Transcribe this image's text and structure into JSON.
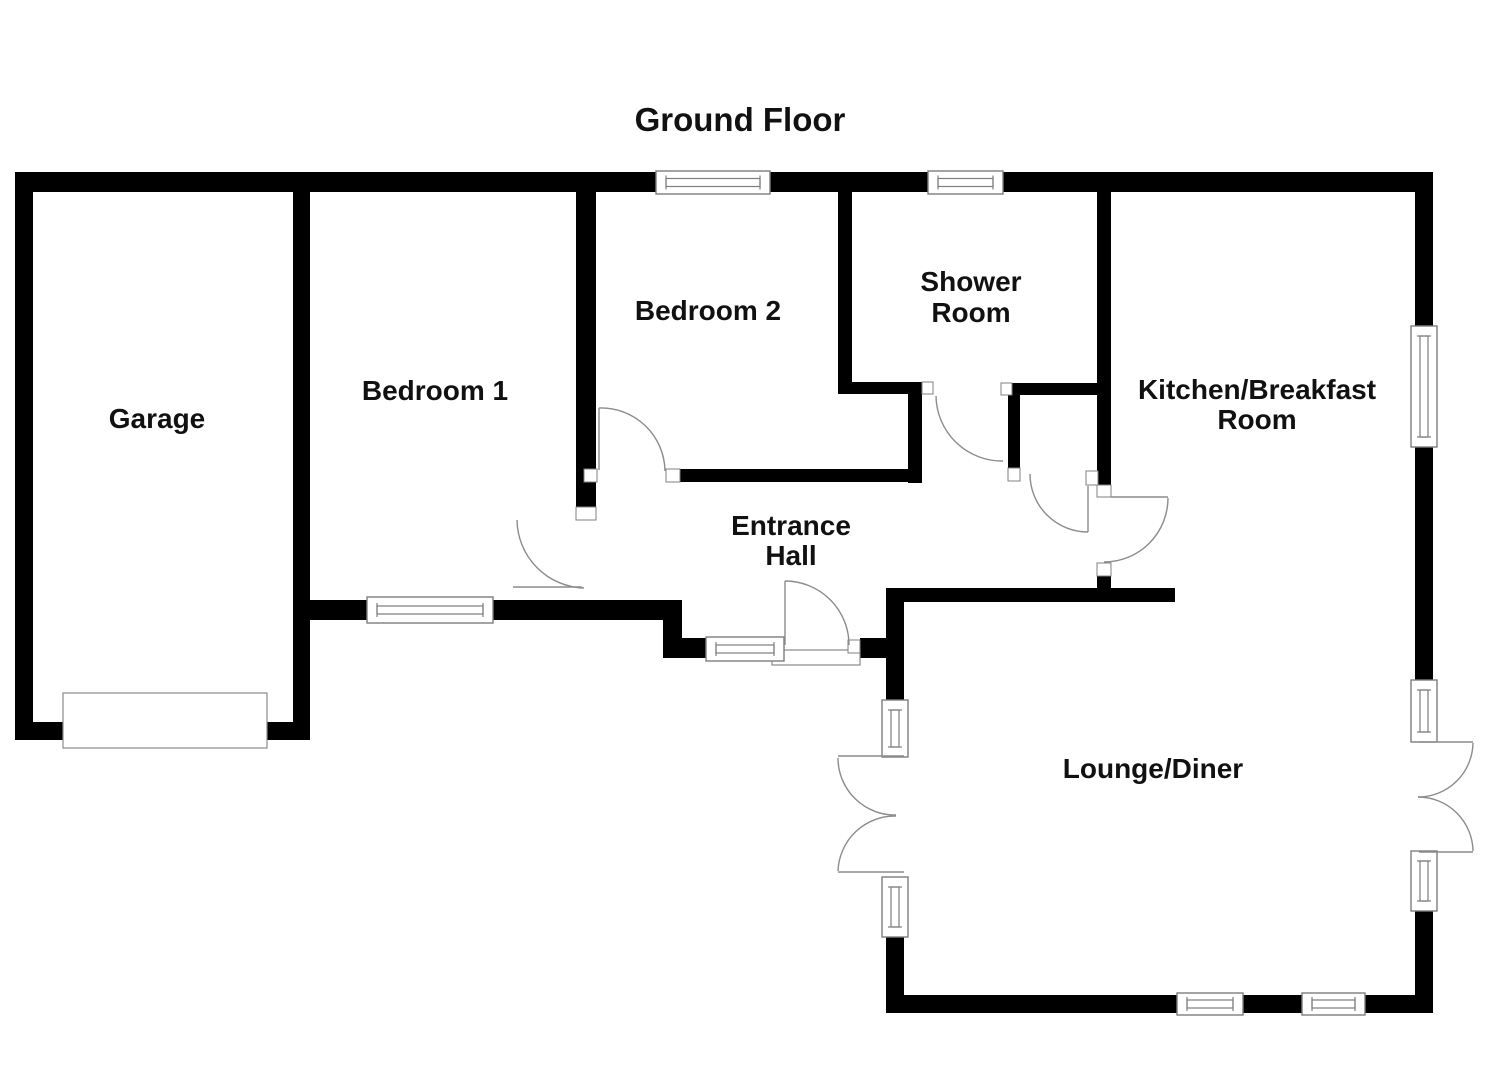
{
  "title": "Ground Floor",
  "colors": {
    "wall": "#000000",
    "background": "#ffffff",
    "window_frame": "#7d7d7d",
    "door_arc": "#8c8c8c",
    "text": "#111111"
  },
  "rooms": {
    "garage": "Garage",
    "bedroom1": "Bedroom 1",
    "bedroom2": "Bedroom 2",
    "shower_line1": "Shower",
    "shower_line2": "Room",
    "kitchen_line1": "Kitchen/Breakfast",
    "kitchen_line2": "Room",
    "hall_line1": "Entrance",
    "hall_line2": "Hall",
    "lounge": "Lounge/Diner"
  }
}
